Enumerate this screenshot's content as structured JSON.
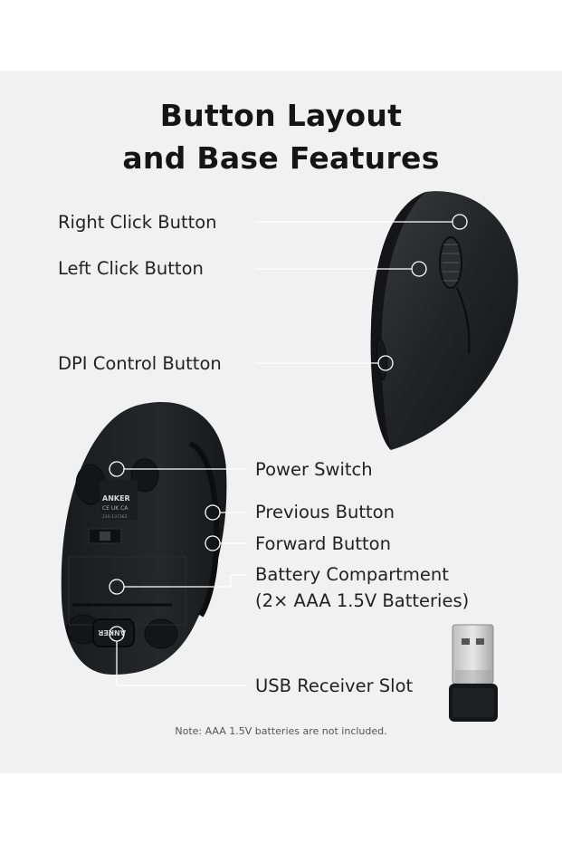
{
  "title": {
    "line1": "Button Layout",
    "line2": "and Base Features"
  },
  "labels": {
    "right_click": "Right Click Button",
    "left_click": "Left Click Button",
    "dpi": "DPI Control Button",
    "power": "Power Switch",
    "previous": "Previous Button",
    "forward": "Forward Button",
    "battery_line1": "Battery Compartment",
    "battery_line2": "(2× AAA 1.5V Batteries)",
    "usb": "USB Receiver Slot"
  },
  "base_markings": {
    "brand": "ANKER",
    "brand_slot": "ANKER",
    "certs": "CE UK CA",
    "model": "210-137363"
  },
  "note": "Note: AAA 1.5V batteries are not included.",
  "colors": {
    "panel": "#f1f1f2",
    "mouse_body": "#1f2022",
    "callout": "#ffffff"
  }
}
